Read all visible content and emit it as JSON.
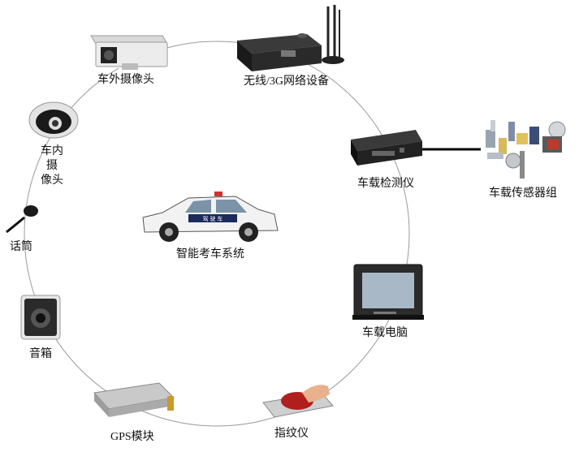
{
  "center": {
    "label": "智能考车系统",
    "car_plate_text": "驾 驶 车"
  },
  "nodes": {
    "outdoor_camera": "车外摄像头",
    "wireless_3g": "无线/3G网络设备",
    "indoor_camera_line1": "车内摄",
    "indoor_camera_line2": "像头",
    "detector": "车载检测仪",
    "sensors": "车载传感器组",
    "microphone": "话筒",
    "computer": "车载电脑",
    "speaker": "音箱",
    "fingerprint": "指纹仪",
    "gps": "GPS模块"
  }
}
